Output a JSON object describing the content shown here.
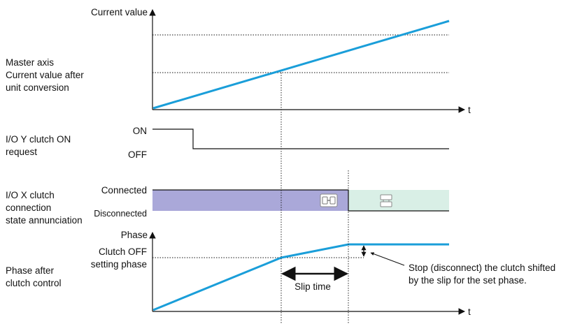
{
  "colors": {
    "blue_line": "#1a9ed9",
    "connected_fill": "#aaa8d9",
    "disconnected_fill": "#d9efe6",
    "axis": "#111111",
    "dotted": "#111111"
  },
  "section1": {
    "label_lines": [
      "Master axis",
      "Current value after",
      "unit conversion"
    ],
    "y_axis_label": "Current value",
    "t_label": "t"
  },
  "section2": {
    "label_lines": [
      "I/O Y clutch ON",
      "request"
    ],
    "on_label": "ON",
    "off_label": "OFF"
  },
  "section3": {
    "label_lines": [
      "I/O X clutch",
      "connection",
      "state annunciation"
    ],
    "connected_label": "Connected",
    "disconnected_label": "Disconnected",
    "icons": [
      "clutch-connected-icon",
      "clutch-disconnected-icon"
    ]
  },
  "section4": {
    "label_lines": [
      "Phase after",
      "clutch control"
    ],
    "y_axis_label": "Phase",
    "setting_lines": [
      "Clutch OFF",
      "setting phase"
    ],
    "t_label": "t",
    "slip_label": "Slip time",
    "annotation_lines": [
      "Stop (disconnect) the clutch shifted",
      "by the slip for the set phase."
    ]
  }
}
